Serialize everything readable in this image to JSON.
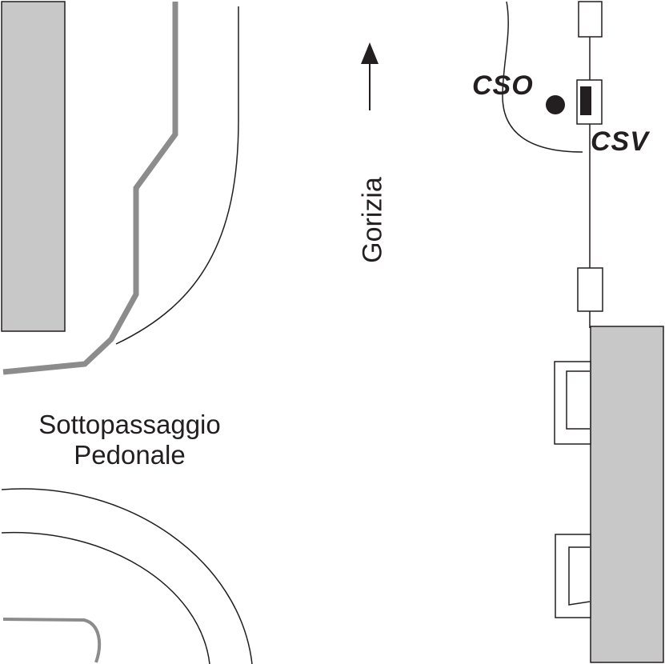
{
  "labels": {
    "underpass_line1": "Sottopassaggio",
    "underpass_line2": "Pedonale",
    "direction": "Gorizia",
    "marker_point": "CSO",
    "marker_block": "CSV"
  },
  "colors": {
    "building_fill": "#c8c8c8",
    "curb_gray": "#8c8c8c",
    "line_dark": "#231f20",
    "background": "#ffffff"
  },
  "icons": {
    "direction": "arrow-up-icon",
    "station_point": "filled-circle-icon",
    "station_block": "filled-rectangle-icon"
  }
}
